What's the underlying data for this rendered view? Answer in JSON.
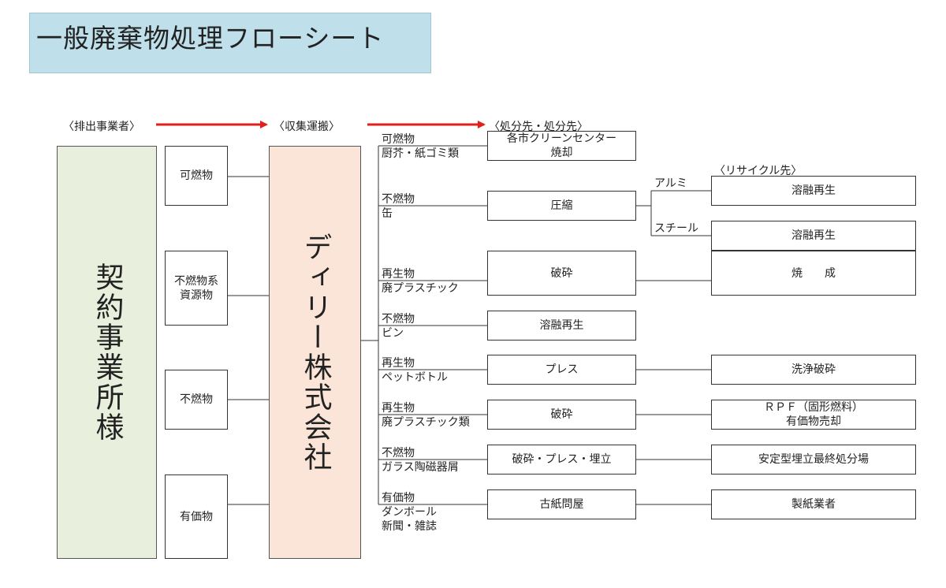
{
  "title": "一般廃棄物処理フローシート",
  "headers": {
    "emitters": "〈排出事業者〉",
    "collection": "〈収集運搬〉",
    "disposal": "〈処分先・処分先〉",
    "recycle": "〈リサイクル先〉"
  },
  "contract_office": "契約事業所様",
  "company": "ディリー株式会社",
  "waste_types": {
    "combustible": "可燃物",
    "nonflammable_resource_1": "不燃物系",
    "nonflammable_resource_2": "資源物",
    "nonflammable": "不燃物",
    "valuable": "有価物"
  },
  "categories": [
    {
      "line1": "可燃物",
      "line2": "厨芥・紙ゴミ類",
      "line3": ""
    },
    {
      "line1": "不燃物",
      "line2": "缶",
      "line3": ""
    },
    {
      "line1": "再生物",
      "line2": "廃プラスチック",
      "line3": ""
    },
    {
      "line1": "不燃物",
      "line2": "ビン",
      "line3": ""
    },
    {
      "line1": "再生物",
      "line2": "ペットボトル",
      "line3": ""
    },
    {
      "line1": "再生物",
      "line2": "廃プラスチック類",
      "line3": ""
    },
    {
      "line1": "不燃物",
      "line2": "ガラス陶磁器屑",
      "line3": ""
    },
    {
      "line1": "有価物",
      "line2": "ダンボール",
      "line3": "新聞・雑誌"
    }
  ],
  "processes": {
    "incinerate_1": "各市クリーンセンター",
    "incinerate_2": "焼却",
    "compress": "圧縮",
    "crush_1": "破砕",
    "melt": "溶融再生",
    "press": "プレス",
    "crush_2": "破砕",
    "crush_press_landfill": "破砕・プレス・埋立",
    "paper_wholesaler": "古紙問屋"
  },
  "branches": {
    "aluminum": "アルミ",
    "steel": "スチール"
  },
  "recycling": {
    "melt_1": "溶融再生",
    "melt_2": "溶融再生",
    "firing": "焼　　成",
    "wash_crush": "洗浄破砕",
    "rpf_1": "ＲＰＦ（固形燃料）",
    "rpf_2": "有価物売却",
    "landfill": "安定型埋立最終処分場",
    "paper_maker": "製紙業者"
  },
  "colors": {
    "title_bg": "#bfe0ea",
    "contract_bg": "#e8efdc",
    "company_bg": "#fbe5d8",
    "arrow": "#e0201b"
  }
}
